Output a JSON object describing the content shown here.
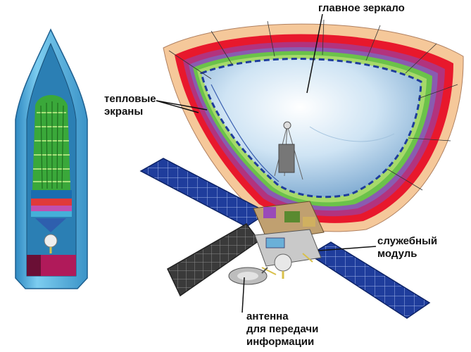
{
  "labels": {
    "main_mirror": "главное зеркало",
    "thermal_shields": [
      "тепловые",
      "экраны"
    ],
    "service_module": [
      "служебный",
      "модуль"
    ],
    "antenna": [
      "антенна",
      "для передачи",
      "информации"
    ]
  },
  "colors": {
    "fairing_outer": "#6fc3e6",
    "fairing_inner": "#3b93c7",
    "mirror_center": "#ffffff",
    "mirror_edge": "#8fb6d6",
    "shield_layers": [
      "#f5c89a",
      "#e8182c",
      "#b2337e",
      "#8a5bb0",
      "#6bc24a",
      "#a6d96a"
    ],
    "solar_panel": "#1f3d9c",
    "service_module": "#c9c9c9"
  }
}
